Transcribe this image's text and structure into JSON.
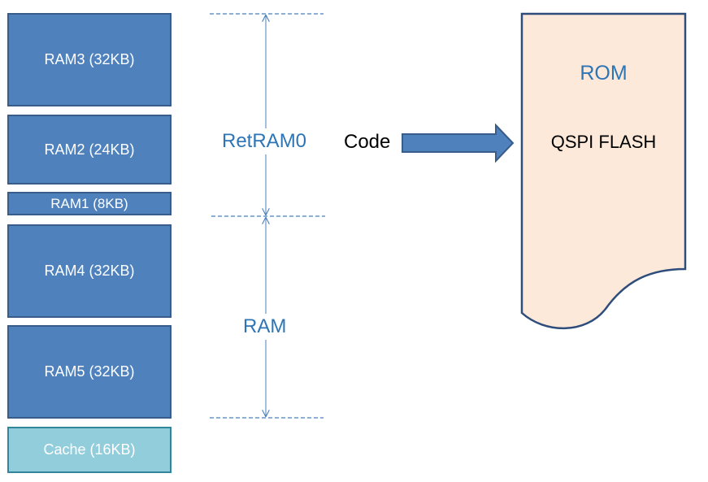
{
  "memory_blocks": [
    {
      "label": "RAM3 (32KB)"
    },
    {
      "label": "RAM2 (24KB)"
    },
    {
      "label": "RAM1 (8KB)"
    },
    {
      "label": "RAM4 (32KB)"
    },
    {
      "label": "RAM5 (32KB)"
    },
    {
      "label": "Cache (16KB)"
    }
  ],
  "regions": {
    "retram": "RetRAM0",
    "ram": "RAM"
  },
  "code_label": "Code",
  "rom": {
    "title": "ROM",
    "content": "QSPI FLASH"
  },
  "colors": {
    "block_fill": "#4f81bd",
    "block_border": "#385d8a",
    "cache_fill": "#92cddc",
    "cache_border": "#31859c",
    "rom_fill": "#fde9d9",
    "rom_border": "#2e4d7b",
    "accent_text": "#2e75b6"
  }
}
